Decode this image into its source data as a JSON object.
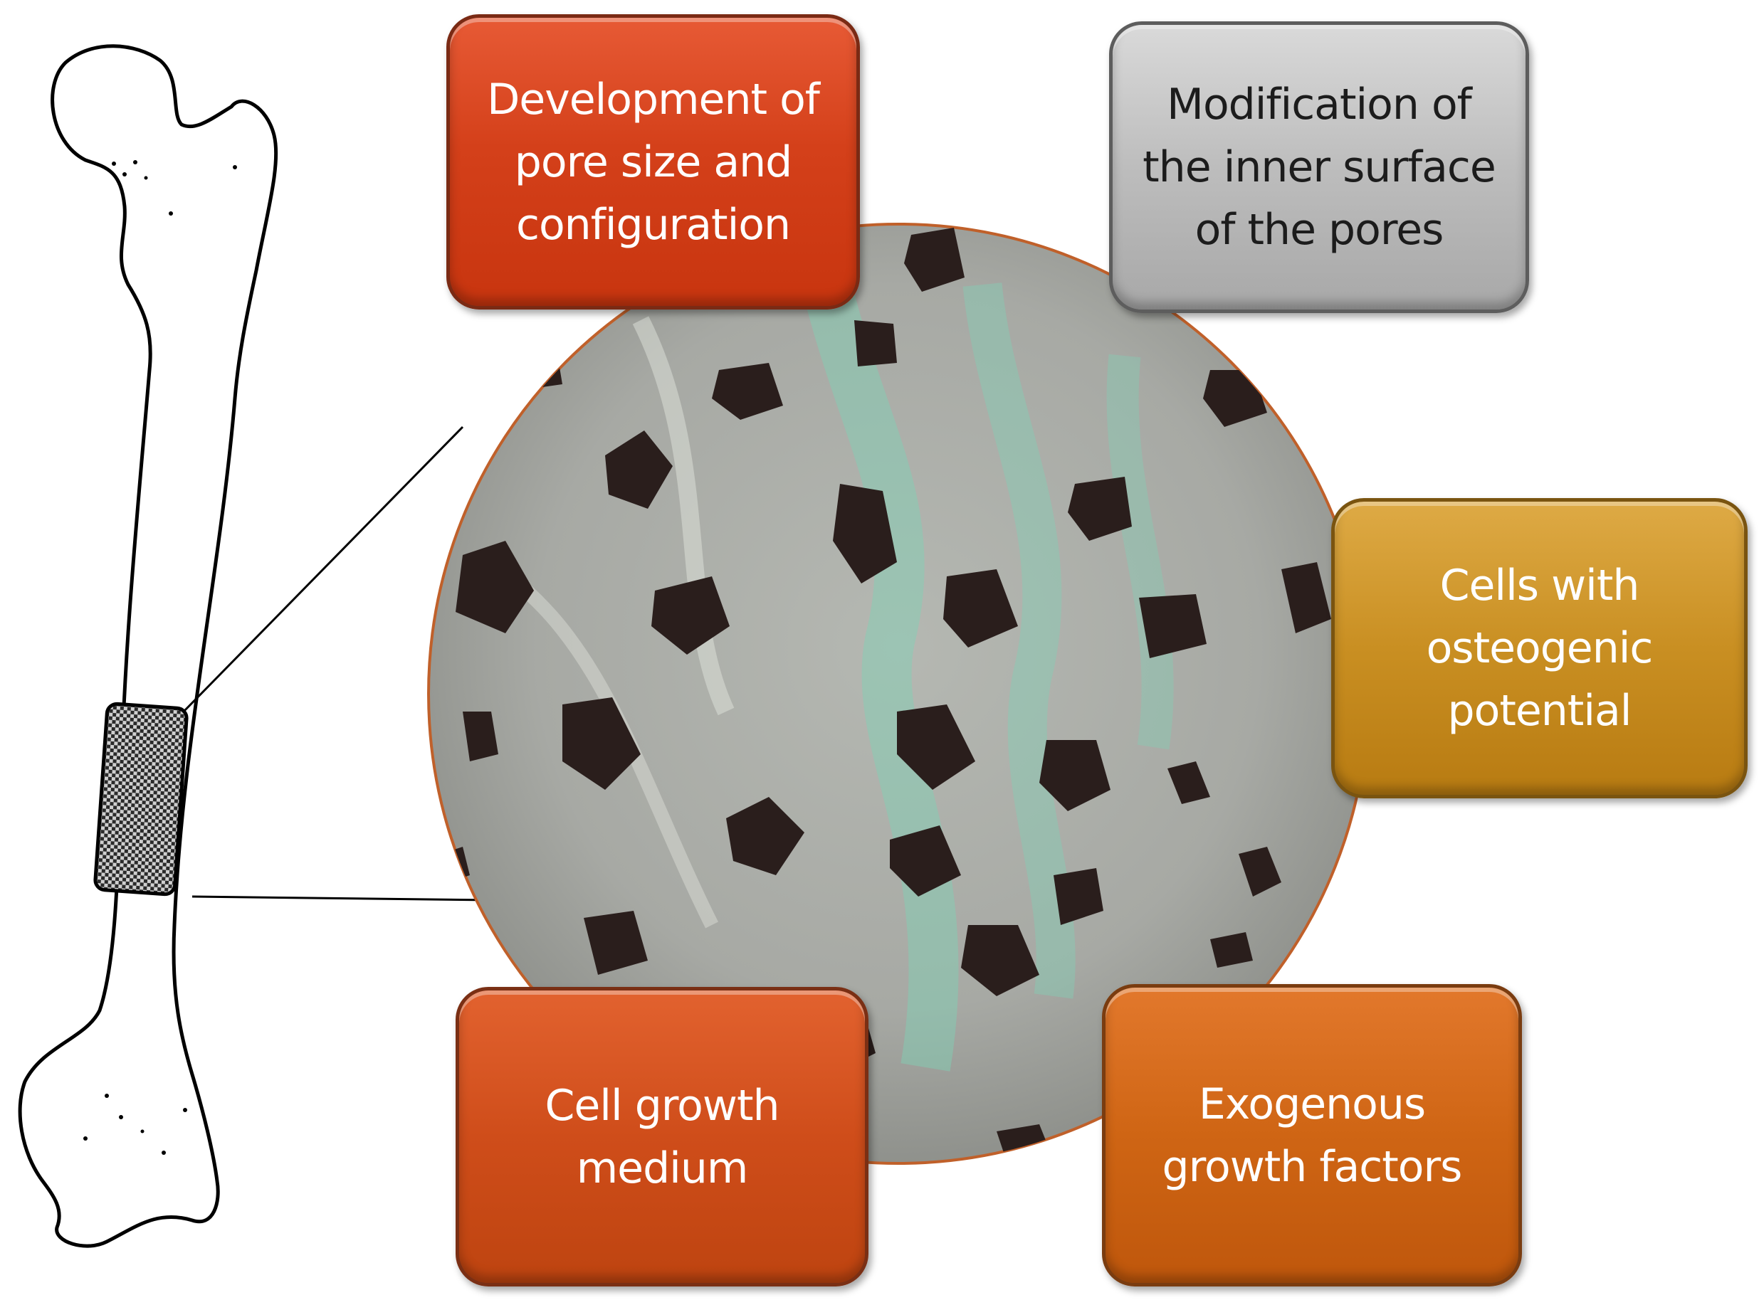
{
  "labels": {
    "pore": "Development of\npore size and\nconfiguration",
    "surface": "Modification of\nthe inner surface\nof the pores",
    "cells": "Cells with\nosteogenic\npotential",
    "medium": "Cell growth\nmedium",
    "factors": "Exogenous\ngrowth factors"
  },
  "colors": {
    "pore_box": "#d4401a",
    "surface_box": "#bdbdbd",
    "cells_box": "#c98f22",
    "medium_box": "#cf4d1a",
    "factors_box": "#cf6514",
    "scaffold_base": "#a9aaa6",
    "scaffold_highlight": "#7fd3b6",
    "pore_color": "#2a1e1c",
    "circle_outline": "#c0602a"
  },
  "icons": {
    "bone": "femur-bone-icon",
    "implant": "scaffold-implant-icon",
    "micrograph": "porous-scaffold-micrograph"
  }
}
